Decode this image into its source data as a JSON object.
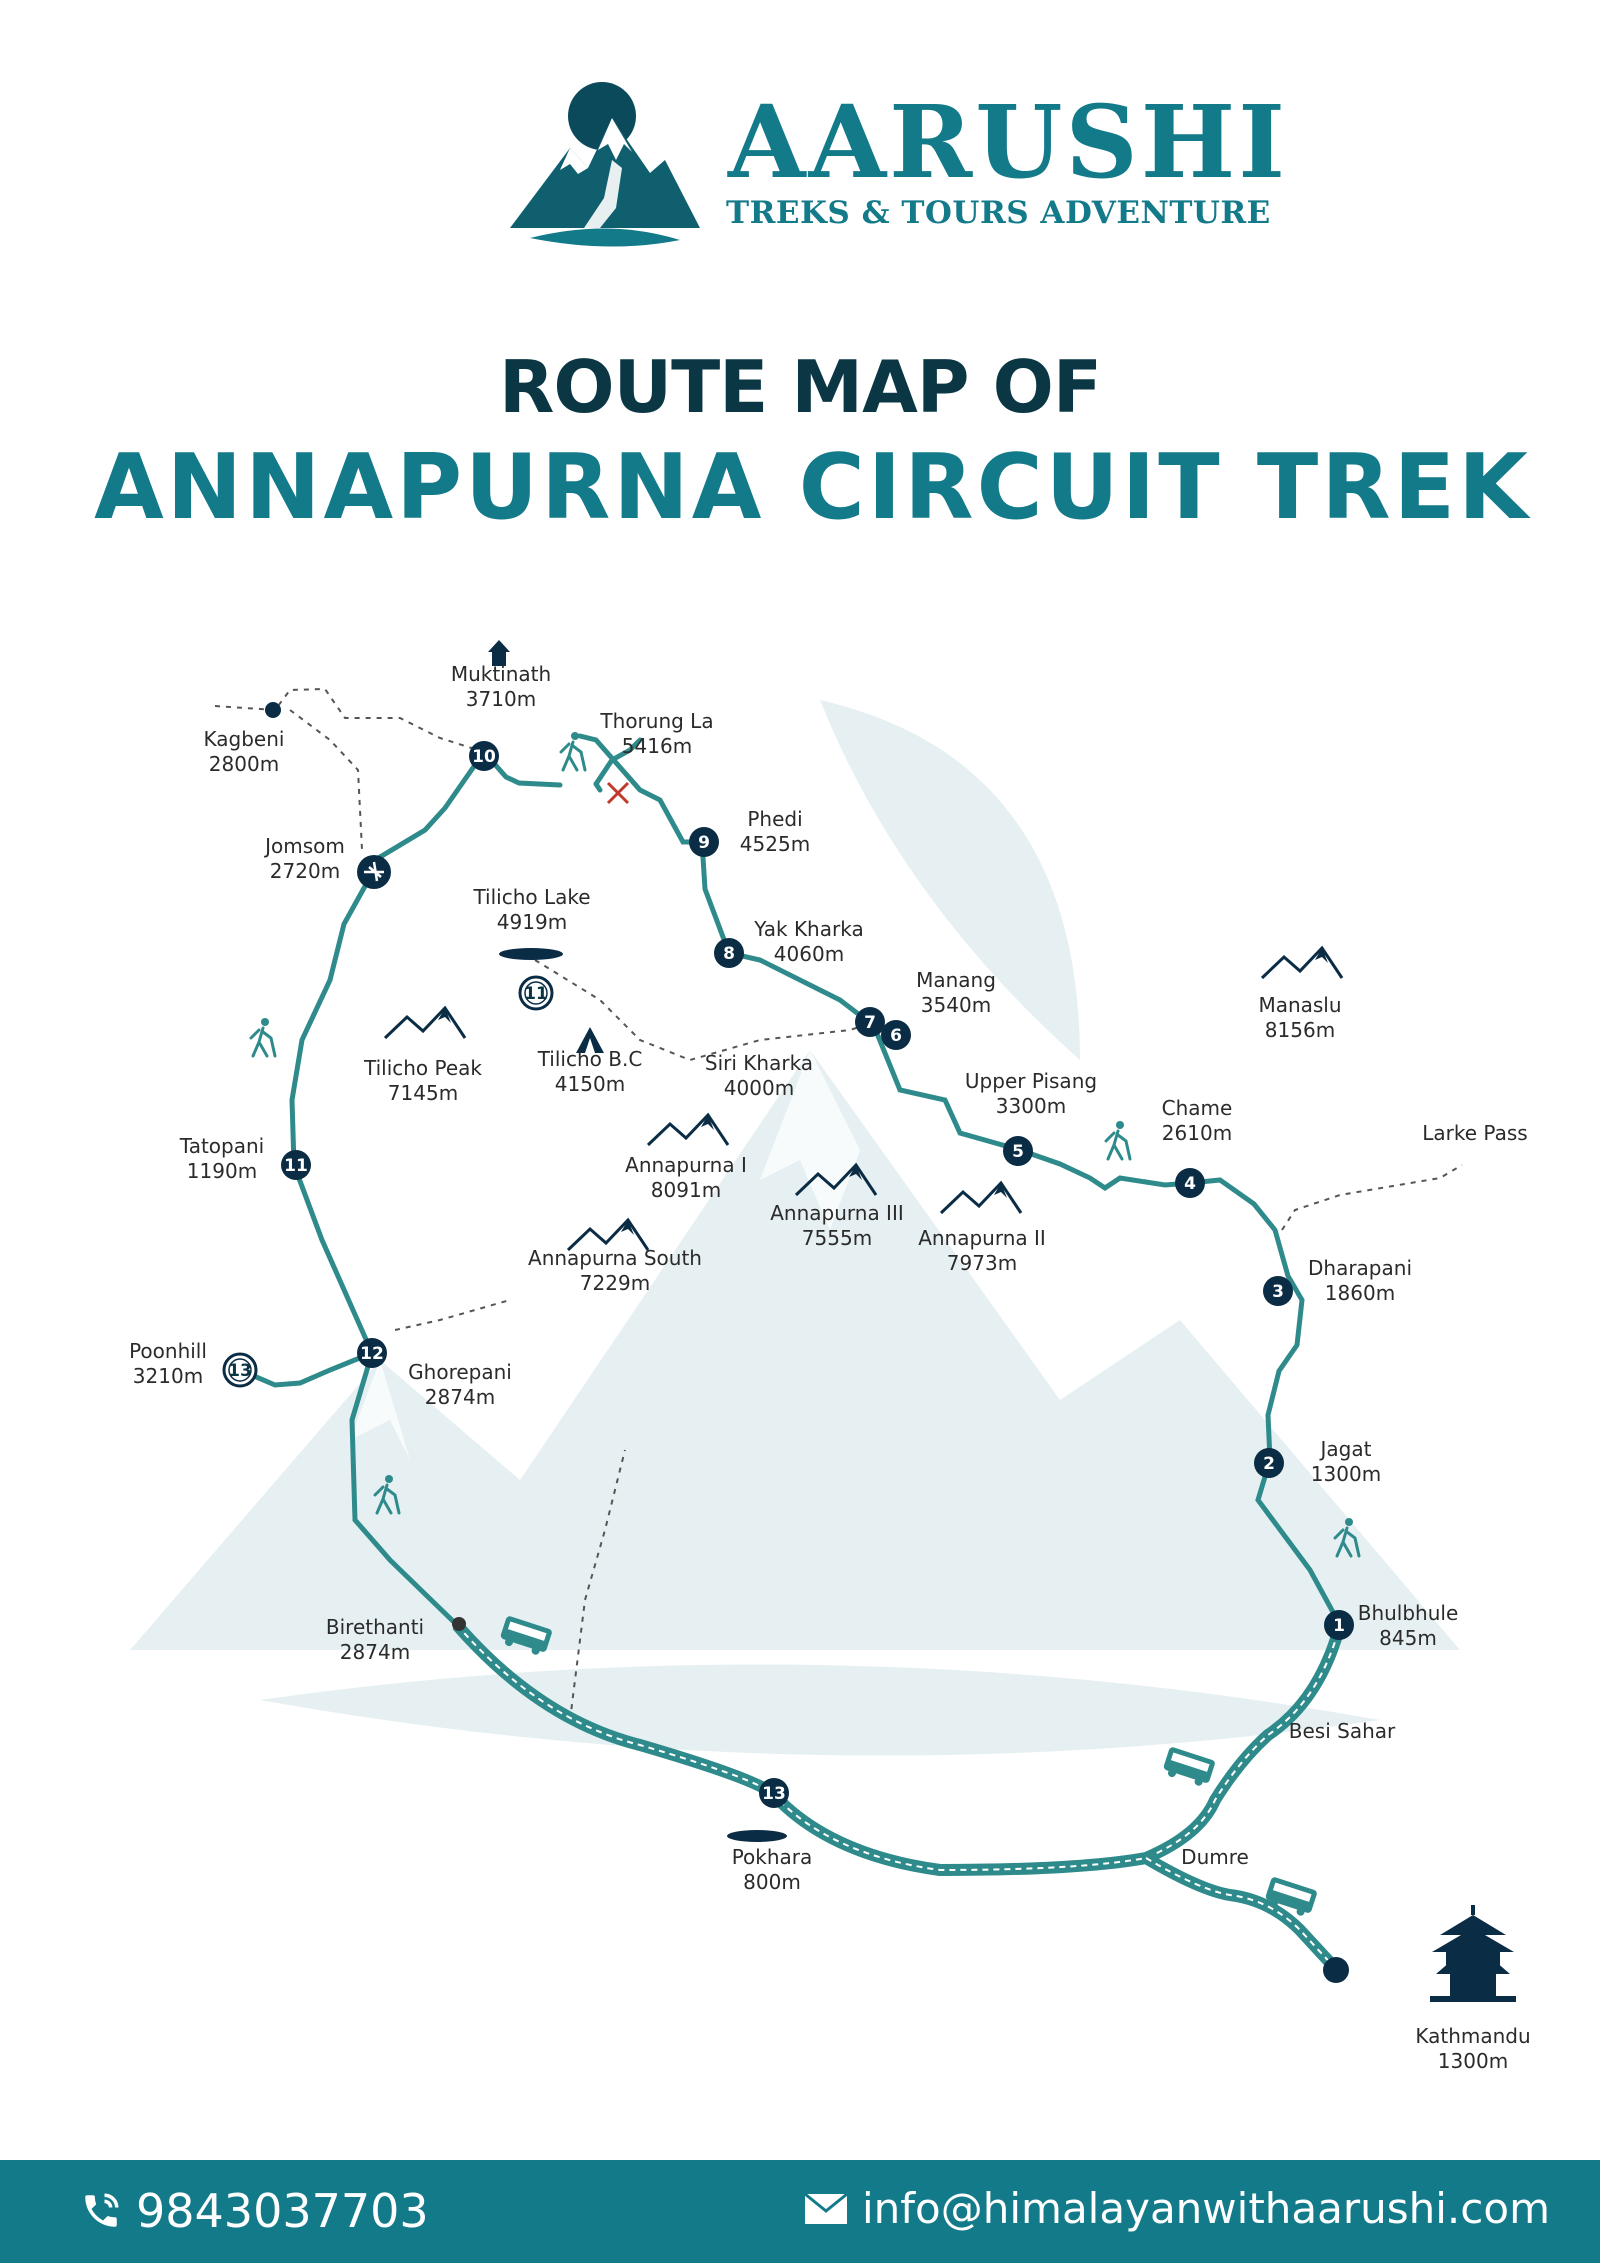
{
  "brand": {
    "name": "AARUSHI",
    "tagline": "TREKS & TOURS ADVENTURE"
  },
  "title": {
    "line1": "ROUTE MAP OF",
    "line2": "ANNAPURNA CIRCUIT TREK"
  },
  "colors": {
    "brand_teal": "#137a8a",
    "route_teal": "#2f8b8b",
    "navy": "#0b3745",
    "pass_marker": "#c0392b",
    "watermark": "#e6f0f2"
  },
  "map": {
    "stops": [
      {
        "number": "1",
        "name": "Bhulbhule",
        "altitude": "845m"
      },
      {
        "number": "2",
        "name": "Jagat",
        "altitude": "1300m"
      },
      {
        "number": "3",
        "name": "Dharapani",
        "altitude": "1860m"
      },
      {
        "number": "4",
        "name": "Chame",
        "altitude": "2610m"
      },
      {
        "number": "5",
        "name": "Upper Pisang",
        "altitude": "3300m"
      },
      {
        "number": "6",
        "name": "",
        "altitude": ""
      },
      {
        "number": "7",
        "name": "Manang",
        "altitude": "3540m"
      },
      {
        "number": "8",
        "name": "Yak Kharka",
        "altitude": "4060m"
      },
      {
        "number": "9",
        "name": "Phedi",
        "altitude": "4525m"
      },
      {
        "number": "10",
        "name": "Muktinath",
        "altitude": "3710m"
      },
      {
        "number": "11",
        "name": "Tatopani",
        "altitude": "1190m"
      },
      {
        "number": "12",
        "name": "Ghorepani",
        "altitude": "2874m"
      },
      {
        "number": "13",
        "name": "Pokhara",
        "altitude": "800m"
      },
      {
        "number": "13",
        "name": "Poonhill",
        "altitude": "3210m"
      },
      {
        "number": "11",
        "name": "Tilicho B.C",
        "altitude": "4150m"
      }
    ],
    "places": [
      {
        "name": "Thorung La",
        "altitude": "5416m"
      },
      {
        "name": "Kagbeni",
        "altitude": "2800m"
      },
      {
        "name": "Jomsom",
        "altitude": "2720m"
      },
      {
        "name": "Tilicho Lake",
        "altitude": "4919m"
      },
      {
        "name": "Siri Kharka",
        "altitude": "4000m"
      },
      {
        "name": "Birethanti",
        "altitude": "2874m"
      },
      {
        "name": "Besi Sahar",
        "altitude": ""
      },
      {
        "name": "Dumre",
        "altitude": ""
      },
      {
        "name": "Kathmandu",
        "altitude": "1300m"
      },
      {
        "name": "Larke Pass",
        "altitude": ""
      }
    ],
    "peaks": [
      {
        "name": "Tilicho Peak",
        "altitude": "7145m"
      },
      {
        "name": "Annapurna I",
        "altitude": "8091m"
      },
      {
        "name": "Annapurna III",
        "altitude": "7555m"
      },
      {
        "name": "Annapurna II",
        "altitude": "7973m"
      },
      {
        "name": "Annapurna South",
        "altitude": "7229m"
      },
      {
        "name": "Manaslu",
        "altitude": "8156m"
      }
    ],
    "icons": [
      "hiker-icon",
      "bus-icon",
      "plane-icon",
      "lake-icon",
      "tent-icon",
      "temple-icon",
      "monastery-icon",
      "pass-marker-icon",
      "mountain-icon"
    ]
  },
  "footer": {
    "phone": "9843037703",
    "email": "info@himalayanwithaarushi.com"
  }
}
